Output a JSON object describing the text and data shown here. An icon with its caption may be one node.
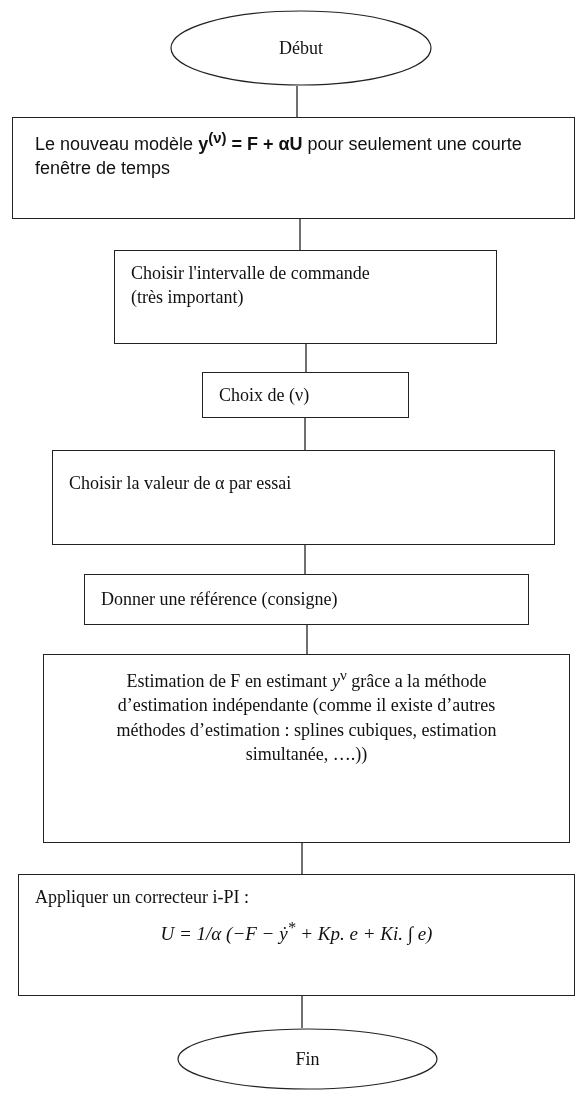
{
  "diagram": {
    "nodes": [
      {
        "text": [
          "Début"
        ]
      },
      {
        "text": [
          "Le nouveau modèle **y$^{(ν)}$ = F + αU** pour seulement une courte fenêtre de temps"
        ]
      },
      {
        "text": [
          "Choisir l'intervalle de commande (très important)"
        ]
      },
      {
        "text": [
          "Choix de (ν)"
        ]
      },
      {
        "text": [
          "Choisir la valeur de α par essai"
        ]
      },
      {
        "text": [
          "Donner une référence (consigne)"
        ]
      },
      {
        "text": [
          "Estimation de F en estimant *y*$^{ν}$ grâce a la méthode d’estimation indépendante (comme il existe d’autres méthodes d’estimation : splines cubiques, estimation simultanée, ….))"
        ]
      },
      {
        "text": [
          "Appliquer un correcteur i-PI :",
          "U = 1/α (−F − ẏ$^{*}$ + Kp. e + Ki. ∫ e)"
        ]
      },
      {
        "text": [
          "Fin"
        ]
      }
    ],
    "edges": [
      {
        "from": 0,
        "to": 1,
        "arrow": "none"
      },
      {
        "from": 1,
        "to": 2,
        "arrow": "none"
      },
      {
        "from": 2,
        "to": 3,
        "arrow": "none"
      },
      {
        "from": 3,
        "to": 4,
        "arrow": "none"
      },
      {
        "from": 4,
        "to": 5,
        "arrow": "none"
      },
      {
        "from": 5,
        "to": 6,
        "arrow": "none"
      },
      {
        "from": 6,
        "to": 7,
        "arrow": "none"
      },
      {
        "from": 7,
        "to": 8,
        "arrow": "none"
      }
    ]
  }
}
